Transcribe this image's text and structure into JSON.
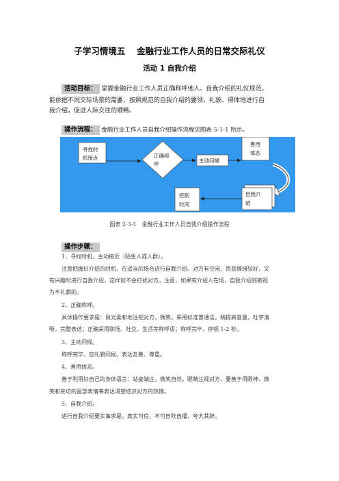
{
  "title": "子学习情境五　 金融行业工作人员的日常交际礼仪",
  "subtitle": "活动 1 自我介绍",
  "goal": {
    "tag": "活动目标：",
    "line1": "掌握金融行业工作人员正确称呼他人、自我介绍的礼仪规范。",
    "line2": "能依据不同交际场景的需要，按照规范的自我介绍的要领，礼貌、得体地进行自",
    "line3": "我介绍，促进人际交往的顺畅。"
  },
  "process": {
    "tag": "操作流程：",
    "text": "金融行业工作人员自我介绍操作流程见图表 5-1-1 所示。"
  },
  "diagram": {
    "box_find_line1": "寻找时",
    "box_find_line2": "机接近",
    "diamond_line1": "正确称",
    "diamond_line2": "呼",
    "box_greet": "主动问候",
    "box_body_line1": "善用",
    "box_body_line2": "体态",
    "box_intro_line1": "自我介",
    "box_intro_line2": "绍",
    "box_time_line1": "控制",
    "box_time_line2": "时间"
  },
  "caption": "图表 2-3-1　金融行业工作人员自我介绍操作流程",
  "steps": {
    "tag": "操作步骤：",
    "s1_title": "1、寻找时机，主动接近（陌生人或人群）。",
    "s1_body1": "注意把握好介绍的时机，在适当的场合进行自我介绍。对方有空闲，而且情绪较好，又",
    "s1_body2": "有兴趣时进行自我介绍，这样就不会打扰对方。注意，如果有介绍人在场，自我介绍则被视",
    "s1_body3": "为不礼貌的。",
    "s2_title": "2、正确称呼。",
    "s2_body1": "具体操作要求是：目光柔和地注视对方，微笑，采用标准普通话，稍提高音量，吐字清",
    "s2_body2": "晰，完整表述；正确采用职场、社交、生活等称呼语；称呼完毕，停顿 1-2 秒。",
    "s3_title": "3、主动问候。",
    "s3_body1": "称呼完毕，应礼貌问候，表达友善、尊重。",
    "s4_title": "4、善用体态。",
    "s4_body1": "善于利用好自己的身体语言：站姿端庄，微笑自然，眼睛注视对方，要善于用眼神、微",
    "s4_body2": "笑和亲切的面部表情来表达渴望结识对方的热情。",
    "s5_title": "5、自我介绍。",
    "s5_body1": "进行自我介绍要实事求是，真实可信，不可自吹自擂，夸大其辞。"
  }
}
